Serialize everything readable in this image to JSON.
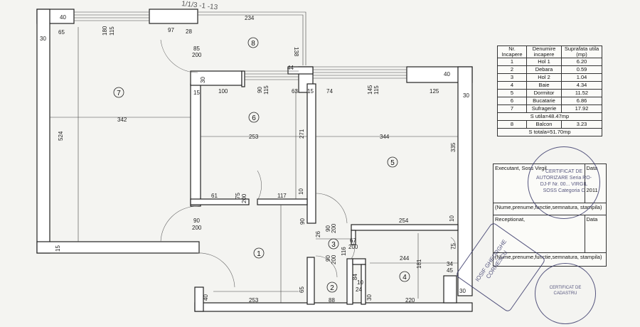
{
  "plan": {
    "header_scrawl": "1/1/3 -1 -13",
    "rooms": [
      {
        "id": "1",
        "label": "1"
      },
      {
        "id": "2",
        "label": "2"
      },
      {
        "id": "3",
        "label": "3"
      },
      {
        "id": "4",
        "label": "4"
      },
      {
        "id": "5",
        "label": "5"
      },
      {
        "id": "6",
        "label": "6"
      },
      {
        "id": "7",
        "label": "7"
      },
      {
        "id": "8",
        "label": "8"
      }
    ],
    "dimensions": [
      "40",
      "65",
      "180",
      "115",
      "97",
      "28",
      "234",
      "30",
      "85",
      "200",
      "138",
      "44",
      "30",
      "100",
      "90",
      "115",
      "63",
      "15",
      "74",
      "145",
      "115",
      "125",
      "40",
      "30",
      "15",
      "342",
      "524",
      "253",
      "271",
      "344",
      "335",
      "61",
      "75",
      "200",
      "117",
      "10",
      "90",
      "200",
      "90",
      "26",
      "90",
      "200",
      "67",
      "200",
      "116",
      "254",
      "10",
      "15",
      "244",
      "90",
      "200",
      "181",
      "84",
      "10",
      "24",
      "34",
      "45",
      "75",
      "65",
      "253",
      "40",
      "88",
      "30",
      "220",
      "30"
    ]
  },
  "area_table": {
    "headers": [
      "Nr. Incapere",
      "Denumire incapere",
      "Suprafata utila (mp)"
    ],
    "rows": [
      {
        "nr": "1",
        "name": "Hol 1",
        "area": "6.20"
      },
      {
        "nr": "2",
        "name": "Debara",
        "area": "0.59"
      },
      {
        "nr": "3",
        "name": "Hol 2",
        "area": "1.04"
      },
      {
        "nr": "4",
        "name": "Baie",
        "area": "4.34"
      },
      {
        "nr": "5",
        "name": "Dormitor",
        "area": "11.52"
      },
      {
        "nr": "6",
        "name": "Bucatarie",
        "area": "6.86"
      },
      {
        "nr": "7",
        "name": "Sufragerie",
        "area": "17.92"
      }
    ],
    "s_utila": "S utila=48.47mp",
    "balcon": {
      "nr": "8",
      "name": "Balcon",
      "area": "3.23"
    },
    "s_totala": "S totala=51.70mp"
  },
  "signature_block": {
    "executant": "Executant, Soss Virgil",
    "data_label": "Data",
    "executant_date": "2011",
    "name_line": "(Nume,prenume,functie,semnatura, stampila)",
    "receptionat": "Receptionat,",
    "receptionat_date_label": "Data",
    "name_line2": "(Nume,prenume,functie,semnatura, stampila)"
  },
  "stamps": {
    "stamp1": "CERTIFICAT DE AUTORIZARE Seria RO-DJ-F Nr. 00... VIRGIL SOSS Categoria C",
    "stamp2": "IOSIF GHEORGHE CORNESCU",
    "stamp3": "CERTIFICAT DE CADASTRU"
  },
  "colors": {
    "ink": "#222222",
    "paper": "#f4f4f1",
    "stamp": "#3a3a6a"
  }
}
